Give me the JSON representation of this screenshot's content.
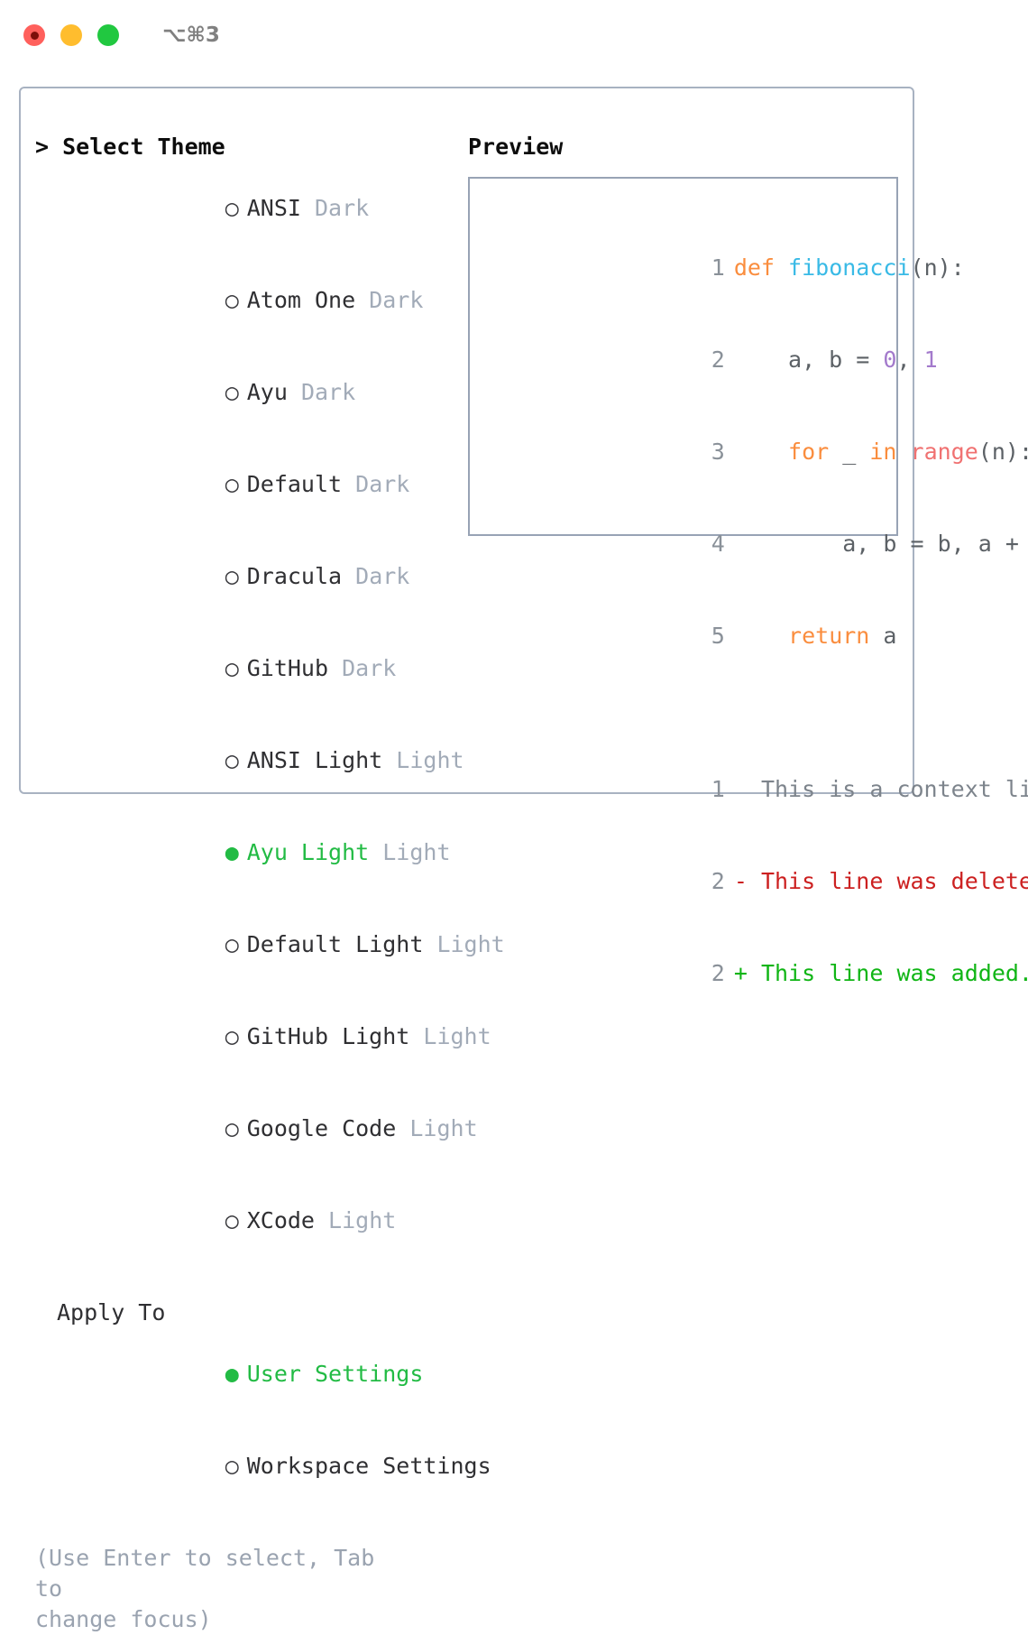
{
  "window": {
    "title": "⌥⌘3",
    "lights": [
      {
        "name": "close",
        "color": "#ff605c",
        "recording": true
      },
      {
        "name": "minimize",
        "color": "#ffbd2e",
        "recording": false
      },
      {
        "name": "maximize",
        "color": "#21c840",
        "recording": false
      }
    ]
  },
  "theme_picker": {
    "header": "> Select Theme",
    "options": [
      {
        "marker": "○",
        "label": "ANSI",
        "variant": "Dark",
        "selected": false
      },
      {
        "marker": "○",
        "label": "Atom One",
        "variant": "Dark",
        "selected": false
      },
      {
        "marker": "○",
        "label": "Ayu",
        "variant": "Dark",
        "selected": false
      },
      {
        "marker": "○",
        "label": "Default",
        "variant": "Dark",
        "selected": false
      },
      {
        "marker": "○",
        "label": "Dracula",
        "variant": "Dark",
        "selected": false
      },
      {
        "marker": "○",
        "label": "GitHub",
        "variant": "Dark",
        "selected": false
      },
      {
        "marker": "○",
        "label": "ANSI Light",
        "variant": "Light",
        "selected": false
      },
      {
        "marker": "●",
        "label": "Ayu Light",
        "variant": "Light",
        "selected": true
      },
      {
        "marker": "○",
        "label": "Default Light",
        "variant": "Light",
        "selected": false
      },
      {
        "marker": "○",
        "label": "GitHub Light",
        "variant": "Light",
        "selected": false
      },
      {
        "marker": "○",
        "label": "Google Code",
        "variant": "Light",
        "selected": false
      },
      {
        "marker": "○",
        "label": "XCode",
        "variant": "Light",
        "selected": false
      }
    ]
  },
  "apply_to": {
    "header": "Apply To",
    "options": [
      {
        "marker": "●",
        "label": "User Settings",
        "selected": true
      },
      {
        "marker": "○",
        "label": "Workspace Settings",
        "selected": false
      }
    ]
  },
  "hint": {
    "line1": "(Use Enter to select, Tab to",
    "line2": "change focus)"
  },
  "preview": {
    "header": "Preview",
    "code_lines": [
      {
        "num": "1",
        "tokens": [
          {
            "t": "def",
            "c": "kw"
          },
          {
            "t": " ",
            "c": "pl"
          },
          {
            "t": "fibonacci",
            "c": "fn"
          },
          {
            "t": "(n):",
            "c": "pl"
          }
        ]
      },
      {
        "num": "2",
        "tokens": [
          {
            "t": "    a, b = ",
            "c": "pl"
          },
          {
            "t": "0",
            "c": "num"
          },
          {
            "t": ", ",
            "c": "pl"
          },
          {
            "t": "1",
            "c": "num"
          }
        ]
      },
      {
        "num": "3",
        "tokens": [
          {
            "t": "    ",
            "c": "pl"
          },
          {
            "t": "for",
            "c": "kw"
          },
          {
            "t": " _ ",
            "c": "pl"
          },
          {
            "t": "in",
            "c": "kw"
          },
          {
            "t": " ",
            "c": "pl"
          },
          {
            "t": "range",
            "c": "call"
          },
          {
            "t": "(n):",
            "c": "pl"
          }
        ]
      },
      {
        "num": "4",
        "tokens": [
          {
            "t": "        a, b = b, a + b",
            "c": "pl"
          }
        ]
      },
      {
        "num": "5",
        "tokens": [
          {
            "t": "    ",
            "c": "pl"
          },
          {
            "t": "return",
            "c": "kw"
          },
          {
            "t": " a",
            "c": "pl"
          }
        ]
      }
    ],
    "diff_lines": [
      {
        "num": "1",
        "sign": " ",
        "text": " This is a context line.",
        "kind": "ctx"
      },
      {
        "num": "2",
        "sign": "-",
        "text": " This line was deleted.",
        "kind": "del"
      },
      {
        "num": "2",
        "sign": "+",
        "text": " This line was added.",
        "kind": "add"
      }
    ]
  },
  "colors": {
    "keyword": "#fa8d3e",
    "function": "#39bae6",
    "number": "#a37acc",
    "call": "#f07171",
    "plain": "#5c6166",
    "line_number": "#8a9199",
    "diff_context": "#7d848c",
    "diff_deleted": "#cc2020",
    "diff_added": "#10b515",
    "selected_green": "#22bb44",
    "muted": "#a2abb8",
    "panel_border": "#a8b2c1"
  }
}
